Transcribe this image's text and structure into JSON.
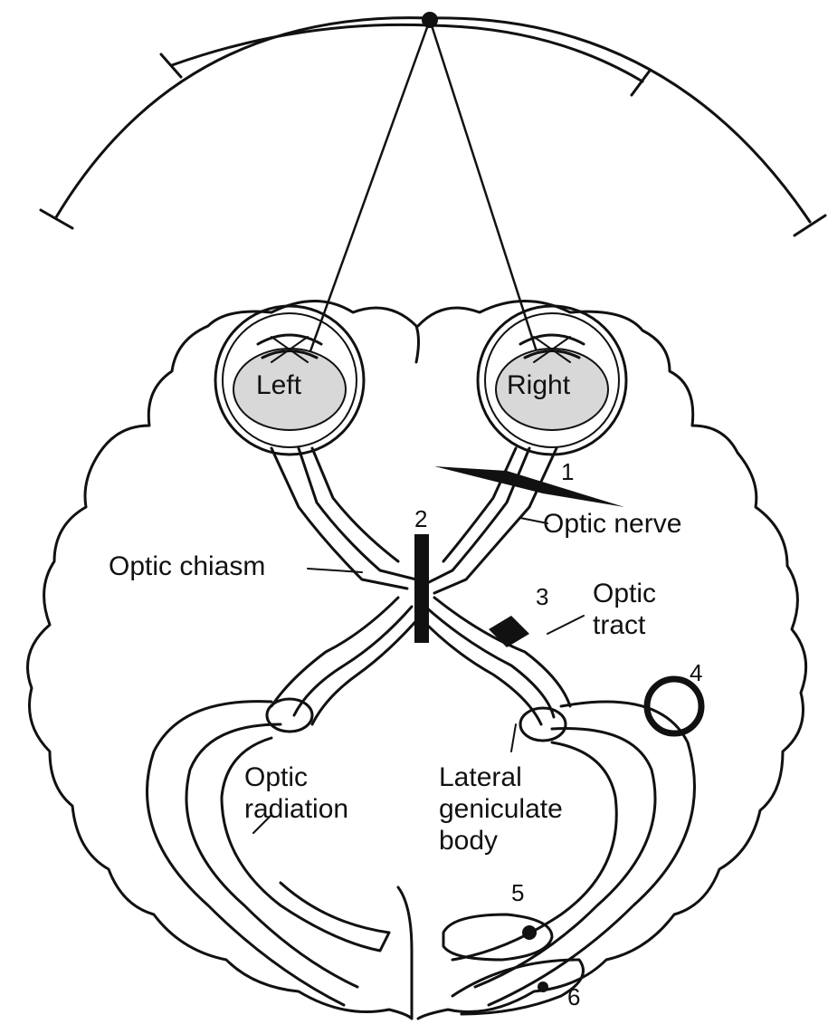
{
  "eyes": {
    "left": "Left",
    "right": "Right"
  },
  "labels": {
    "optic_nerve": "Optic nerve",
    "optic_chiasm": "Optic chiasm",
    "optic_tract_1": "Optic",
    "optic_tract_2": "tract",
    "optic_radiation_1": "Optic",
    "optic_radiation_2": "radiation",
    "lgb_1": "Lateral",
    "lgb_2": "geniculate",
    "lgb_3": "body"
  },
  "lesions": [
    "1",
    "2",
    "3",
    "4",
    "5",
    "6"
  ]
}
